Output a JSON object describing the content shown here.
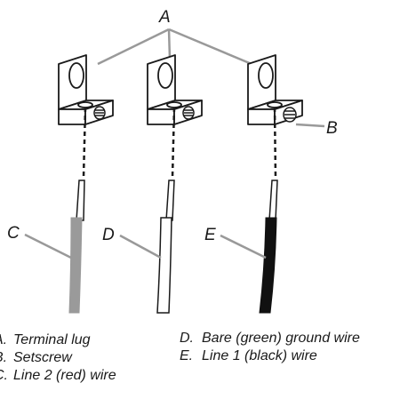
{
  "callouts": {
    "a": "A",
    "b": "B",
    "c": "C",
    "d": "D",
    "e": "E"
  },
  "legend": {
    "items": [
      {
        "key": "A.",
        "text": "Terminal lug"
      },
      {
        "key": "B.",
        "text": "Setscrew"
      },
      {
        "key": "C.",
        "text": "Line 2 (red) wire"
      },
      {
        "key": "D.",
        "text": "Bare (green) ground wire"
      },
      {
        "key": "E.",
        "text": "Line 1 (black) wire"
      }
    ]
  },
  "colors": {
    "line_art": "#1a1a1a",
    "leader_line": "#999999",
    "wire_gray": "#9a9a9a",
    "wire_black": "#111111",
    "wire_bare": "#ffffff"
  }
}
